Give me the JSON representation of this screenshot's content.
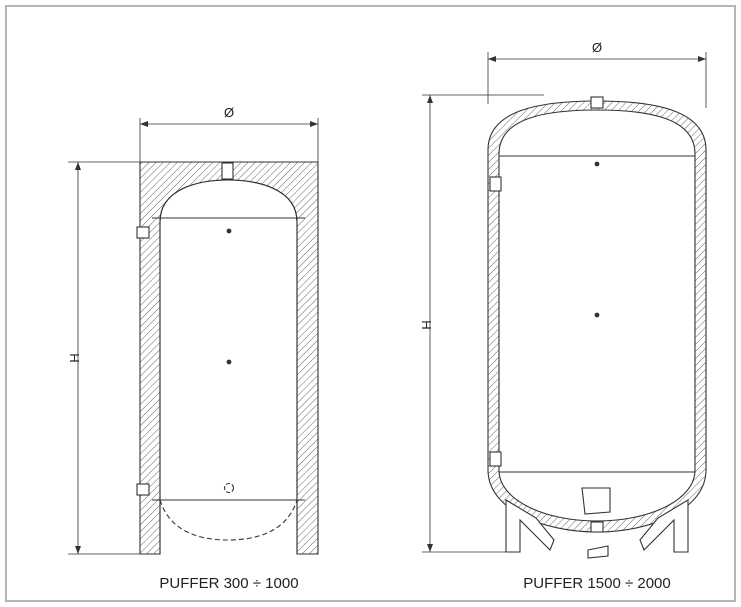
{
  "diagrams": [
    {
      "caption": "PUFFER 300 ÷ 1000",
      "diameter_label": "Ø",
      "height_label": "H"
    },
    {
      "caption": "PUFFER 1500 ÷ 2000",
      "diameter_label": "Ø",
      "height_label": "H"
    }
  ],
  "colors": {
    "line": "#333333",
    "frame": "#b5b5b5",
    "hatch": "#555555"
  }
}
